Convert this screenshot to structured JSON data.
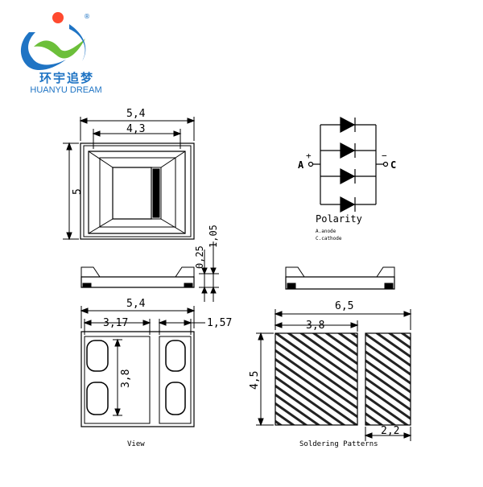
{
  "brand": {
    "name_cn": "环宇追梦",
    "name_en": "HUANYU DREAM",
    "registered_mark": "®",
    "colors": {
      "primary": "#1f74c4",
      "accent": "#6cbf3a",
      "sun": "#ff4a2f"
    }
  },
  "top_view": {
    "width_outer": "5,4",
    "width_inner": "4,3",
    "height": "5"
  },
  "side_view": {
    "dim_top": "0,25",
    "dim_right": "1,05"
  },
  "bottom_view": {
    "width": "5,4",
    "pad_spacing": "3,17",
    "pad_width": "1,57",
    "pad_height": "3,8",
    "caption": "View"
  },
  "soldering": {
    "total_width": "6,5",
    "pad_width": "3,8",
    "height": "4,5",
    "small_pad": "2,2",
    "caption": "Soldering Patterns"
  },
  "polarity": {
    "title": "Polarity",
    "anode_label": "A",
    "cathode_label": "C",
    "plus": "+",
    "minus": "−",
    "legend_anode": "A.anode",
    "legend_cathode": "C.cathode"
  }
}
